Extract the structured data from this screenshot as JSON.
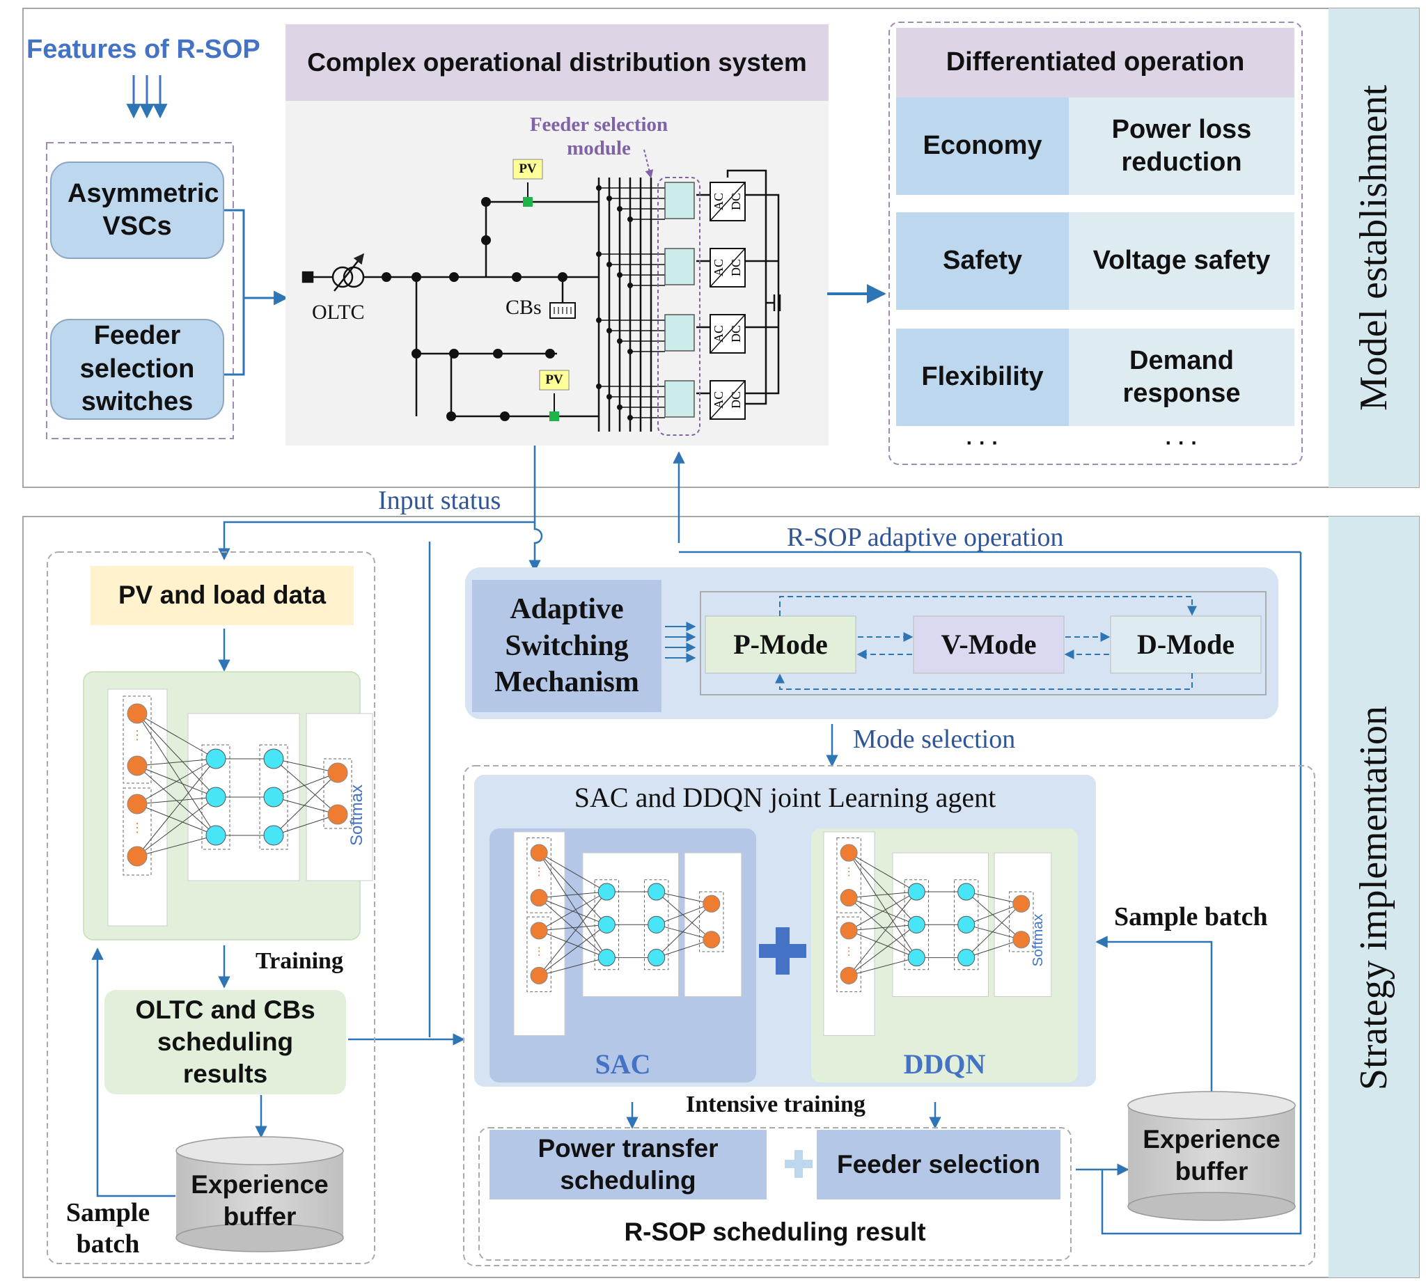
{
  "features_title": "Features of R-SOP",
  "features": {
    "asymmetric_vscs": "Asymmetric VSCs",
    "feeder_switches": "Feeder selection switches"
  },
  "distribution": {
    "title": "Complex operational distribution system",
    "feeder_module": "Feeder selection module",
    "oltc": "OLTC",
    "cbs": "CBs",
    "pv": "PV",
    "converter_ac": "AC",
    "converter_dc": "DC"
  },
  "differentiated": {
    "title": "Differentiated operation",
    "rows": [
      {
        "left": "Economy",
        "right": "Power loss reduction"
      },
      {
        "left": "Safety",
        "right": "Voltage safety"
      },
      {
        "left": "Flexibility",
        "right": "Demand response"
      }
    ],
    "ellipsis_left": "· · ·",
    "ellipsis_right": "· · ·"
  },
  "side_labels": {
    "top": "Model establishment",
    "bottom": "Strategy implementation"
  },
  "arrows": {
    "input_status": "Input status",
    "adaptive_operation": "R-SOP adaptive operation",
    "mode_selection": "Mode selection",
    "training": "Training",
    "intensive_training": "Intensive training",
    "sample_batch_left": "Sample batch",
    "sample_batch_right": "Sample batch"
  },
  "left_panel": {
    "pv_load": "PV and load data",
    "oltc_results": "OLTC and CBs scheduling results",
    "experience_buffer": "Experience buffer",
    "softmax": "Softmax",
    "dots": "·  ·  ·"
  },
  "adaptive": {
    "mechanism": "Adaptive Switching Mechanism",
    "modes": [
      "P-Mode",
      "V-Mode",
      "D-Mode"
    ]
  },
  "agent": {
    "title": "SAC and DDQN joint Learning agent",
    "sac": "SAC",
    "ddqn": "DDQN",
    "softmax": "Softmax"
  },
  "results": {
    "power_transfer": "Power transfer scheduling",
    "feeder_selection": "Feeder selection",
    "title": "R-SOP scheduling result",
    "experience_buffer": "Experience buffer"
  },
  "colors": {
    "arrow_blue": "#2e75b6",
    "label_blue": "#2f5597",
    "side_panel": "#d5e8ee",
    "header_purple": "#ddd5e5",
    "feature_blue": "#bdd7ee",
    "node_orange": "#ee7d31",
    "node_cyan": "#48e5f7",
    "pv_yellow": "#ffff99",
    "switch_green": "#1db44a"
  }
}
